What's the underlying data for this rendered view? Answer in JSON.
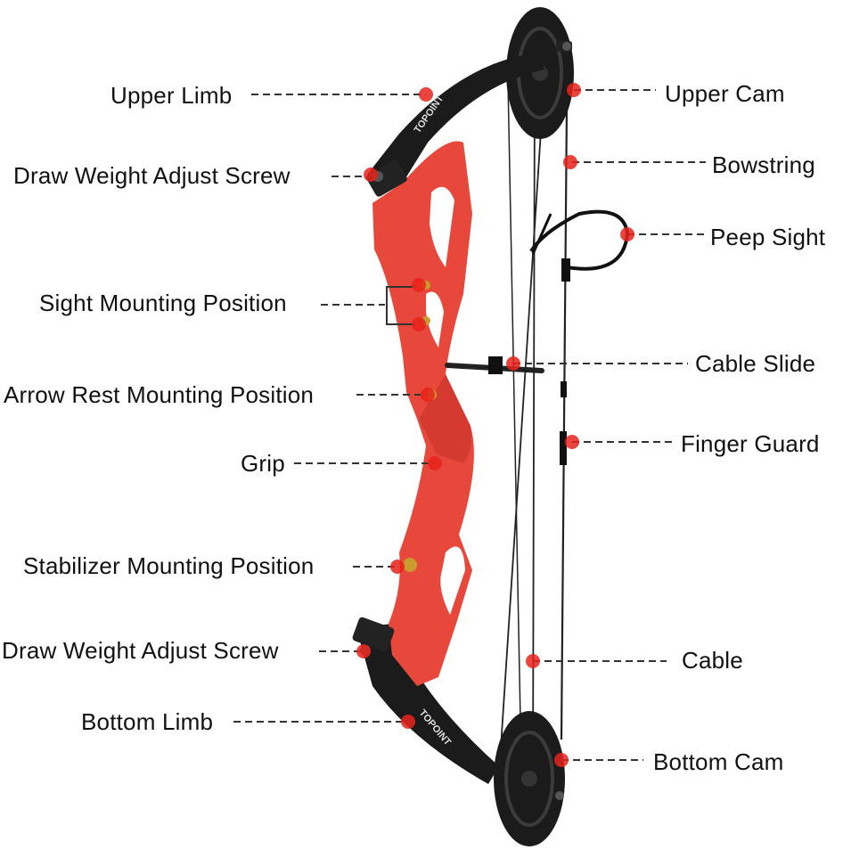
{
  "diagram": {
    "colors": {
      "riser": "#e8483b",
      "riser_shade": "#c8322a",
      "limb": "#1b1b1b",
      "string": "#222222",
      "marker": "#e8221b",
      "leader": "#333333",
      "brass": "#c99a2e"
    },
    "limb_text": {
      "upper": "TOPOINT",
      "lower": "TOPOINT"
    },
    "labels": {
      "upper_limb": "Upper Limb",
      "draw_weight_screw_top": "Draw Weight Adjust Screw",
      "sight_mount": "Sight Mounting Position",
      "arrow_rest_mount": "Arrow Rest Mounting Position",
      "grip": "Grip",
      "stabilizer_mount": "Stabilizer Mounting Position",
      "draw_weight_screw_bottom": "Draw Weight Adjust Screw",
      "bottom_limb": "Bottom Limb",
      "upper_cam": "Upper Cam",
      "bowstring": "Bowstring",
      "peep_sight": "Peep Sight",
      "cable_slide": "Cable Slide",
      "finger_guard": "Finger Guard",
      "cable": "Cable",
      "bottom_cam": "Bottom Cam"
    }
  }
}
